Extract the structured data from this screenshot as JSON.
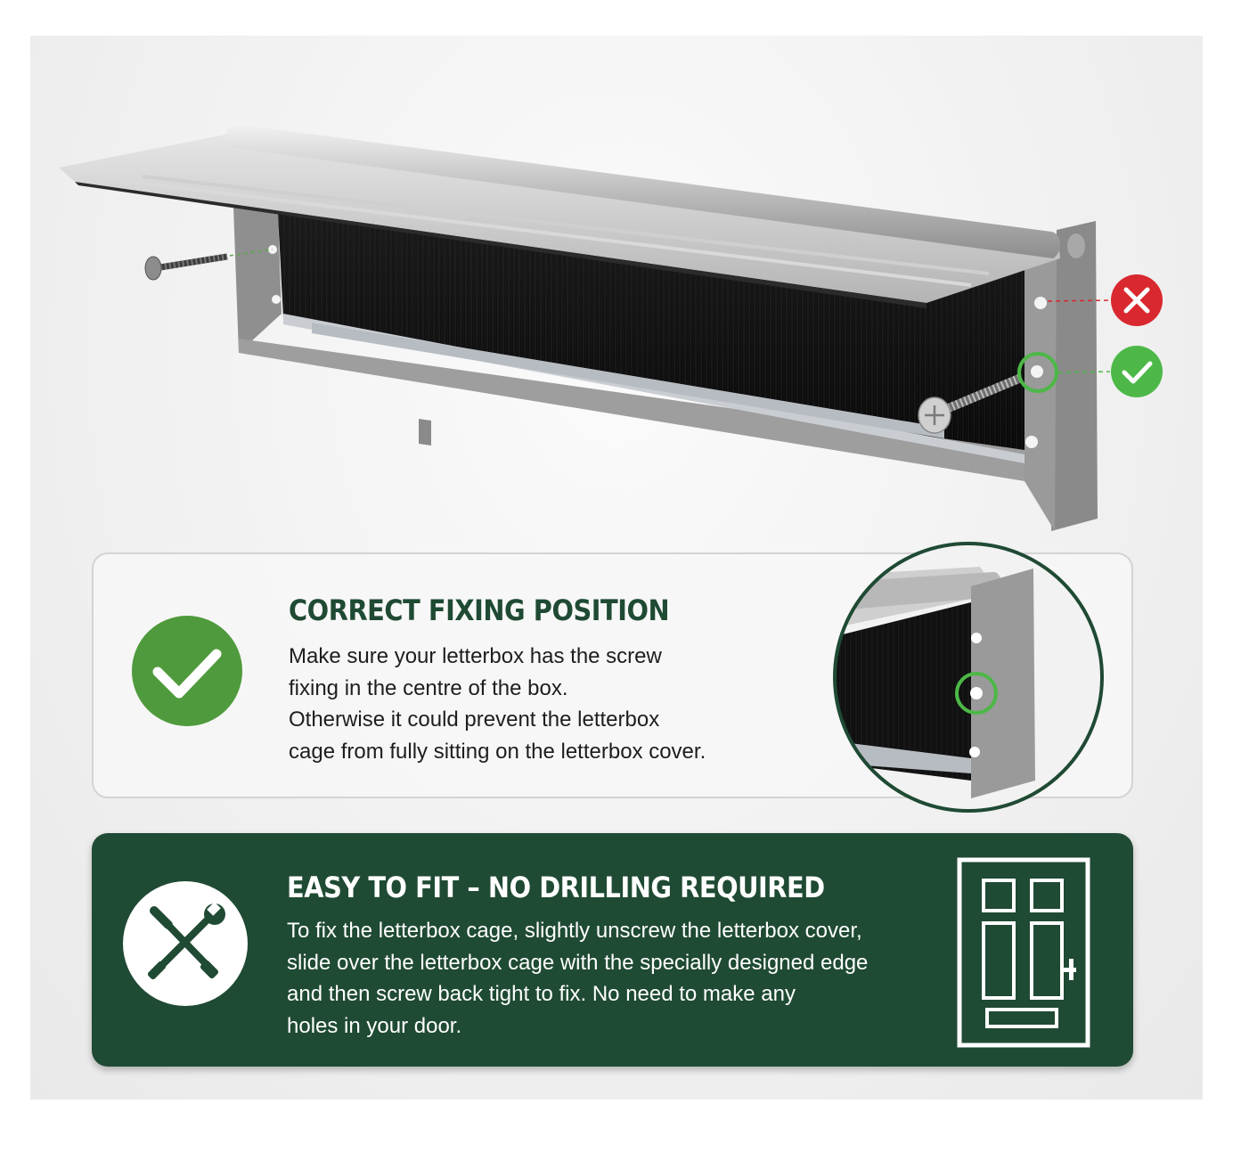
{
  "correct_card": {
    "heading": "CORRECT FIXING POSITION",
    "lines": [
      "Make sure your letterbox has the screw",
      "fixing in the centre of the box.",
      "Otherwise it could prevent the letterbox",
      "cage from fully sitting on the letterbox cover."
    ],
    "icon": "check-icon"
  },
  "easy_card": {
    "heading": "EASY TO FIT – NO DRILLING REQUIRED",
    "lines": [
      "To fix the letterbox cage, slightly unscrew the letterbox cover,",
      "slide over the letterbox cage with the specially designed edge",
      "and then screw back tight to fix.  No need to make any",
      "holes in your door."
    ],
    "icons": [
      "tools-icon",
      "door-icon"
    ]
  },
  "product": {
    "markers": [
      "wrong-position-icon",
      "correct-position-icon"
    ]
  },
  "colors": {
    "brand_green": "#1f4a33",
    "check_green": "#4f9a3c",
    "marker_red": "#d9282f",
    "marker_green": "#4db848"
  }
}
